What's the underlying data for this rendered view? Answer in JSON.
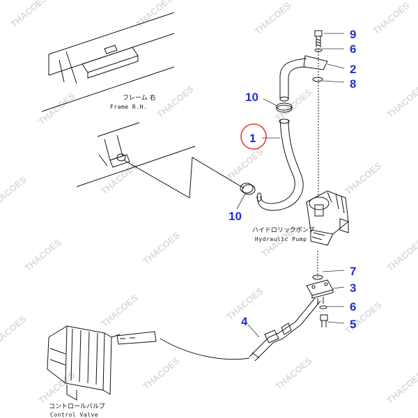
{
  "diagram": {
    "watermark_text": "THACOES",
    "callout_color": "#1f2fd0",
    "highlight_color": "#e83a2a",
    "highlighted_part": "1",
    "callouts": {
      "c9": "9",
      "c6_top": "6",
      "c2": "2",
      "c8": "8",
      "c10_top": "10",
      "c1": "1",
      "c10_bottom": "10",
      "c7": "7",
      "c3": "3",
      "c6_bottom": "6",
      "c5": "5",
      "c4": "4"
    },
    "labels": {
      "frame_jp": "フレーム 右",
      "frame_en": "Frame R.H.",
      "pump_jp": "ハイドロリックポンプ",
      "pump_en": "Hydraulic Pump",
      "valve_jp": "コントロールバルブ",
      "valve_en": "Control Valve"
    }
  }
}
